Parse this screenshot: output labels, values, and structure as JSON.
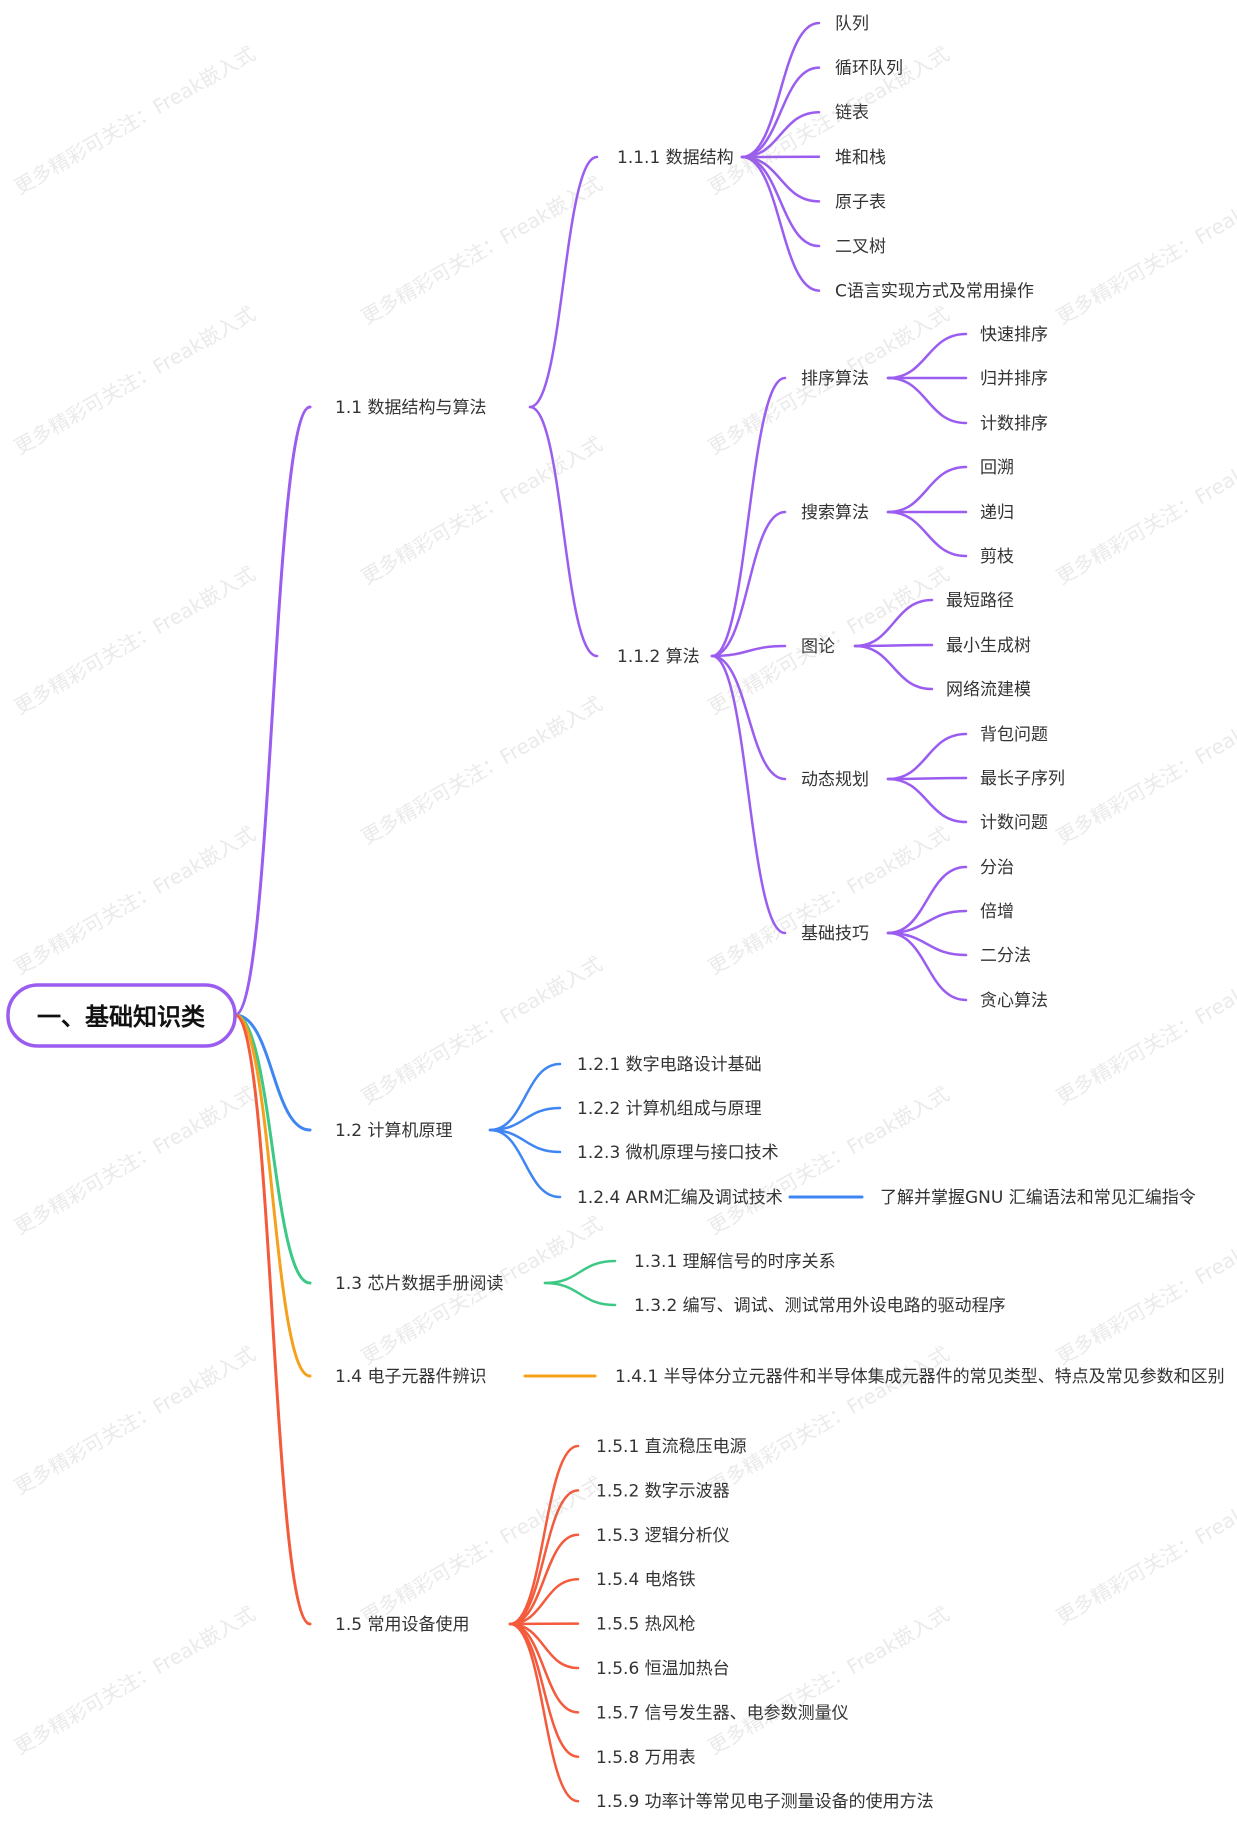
{
  "colors": {
    "purple": "#9b5cf0",
    "blue": "#3f86f2",
    "green": "#3cc985",
    "orange": "#f5a11d",
    "red": "#f45a3c",
    "text": "#333333",
    "root_border": "#9b5cf0"
  },
  "watermark": "更多精彩可关注：Freak嵌入式",
  "root": {
    "label": "一、基础知识类",
    "children": [
      {
        "label": "1.1 数据结构与算法",
        "color": "purple",
        "children": [
          {
            "label": "1.1.1 数据结构",
            "children": [
              {
                "label": "队列"
              },
              {
                "label": "循环队列"
              },
              {
                "label": "链表"
              },
              {
                "label": "堆和栈"
              },
              {
                "label": "原子表"
              },
              {
                "label": "二叉树"
              },
              {
                "label": "C语言实现方式及常用操作"
              }
            ]
          },
          {
            "label": "1.1.2 算法",
            "children": [
              {
                "label": "排序算法",
                "children": [
                  {
                    "label": "快速排序"
                  },
                  {
                    "label": "归并排序"
                  },
                  {
                    "label": "计数排序"
                  }
                ]
              },
              {
                "label": "搜索算法",
                "children": [
                  {
                    "label": "回溯"
                  },
                  {
                    "label": "递归"
                  },
                  {
                    "label": "剪枝"
                  }
                ]
              },
              {
                "label": "图论",
                "children": [
                  {
                    "label": "最短路径"
                  },
                  {
                    "label": "最小生成树"
                  },
                  {
                    "label": "网络流建模"
                  }
                ]
              },
              {
                "label": "动态规划",
                "children": [
                  {
                    "label": "背包问题"
                  },
                  {
                    "label": "最长子序列"
                  },
                  {
                    "label": "计数问题"
                  }
                ]
              },
              {
                "label": "基础技巧",
                "children": [
                  {
                    "label": "分治"
                  },
                  {
                    "label": "倍增"
                  },
                  {
                    "label": "二分法"
                  },
                  {
                    "label": "贪心算法"
                  }
                ]
              }
            ]
          }
        ]
      },
      {
        "label": "1.2 计算机原理",
        "color": "blue",
        "children": [
          {
            "label": "1.2.1 数字电路设计基础"
          },
          {
            "label": "1.2.2 计算机组成与原理"
          },
          {
            "label": "1.2.3 微机原理与接口技术"
          },
          {
            "label": "1.2.4 ARM汇编及调试技术",
            "children": [
              {
                "label": "了解并掌握GNU 汇编语法和常见汇编指令"
              }
            ]
          }
        ]
      },
      {
        "label": "1.3 芯片数据手册阅读",
        "color": "green",
        "children": [
          {
            "label": "1.3.1 理解信号的时序关系"
          },
          {
            "label": "1.3.2 编写、调试、测试常用外设电路的驱动程序"
          }
        ]
      },
      {
        "label": "1.4 电子元器件辨识",
        "color": "orange",
        "children": [
          {
            "label": "1.4.1 半导体分立元器件和半导体集成元器件的常见类型、特点及常见参数和区别"
          }
        ]
      },
      {
        "label": "1.5 常用设备使用",
        "color": "red",
        "children": [
          {
            "label": "1.5.1 直流稳压电源"
          },
          {
            "label": "1.5.2 数字示波器"
          },
          {
            "label": "1.5.3 逻辑分析仪"
          },
          {
            "label": "1.5.4 电烙铁"
          },
          {
            "label": "1.5.5 热风枪"
          },
          {
            "label": "1.5.6 恒温加热台"
          },
          {
            "label": "1.5.7 信号发生器、电参数测量仪"
          },
          {
            "label": "1.5.8 万用表"
          },
          {
            "label": "1.5.9 功率计等常见电子测量设备的使用方法"
          }
        ]
      }
    ]
  }
}
